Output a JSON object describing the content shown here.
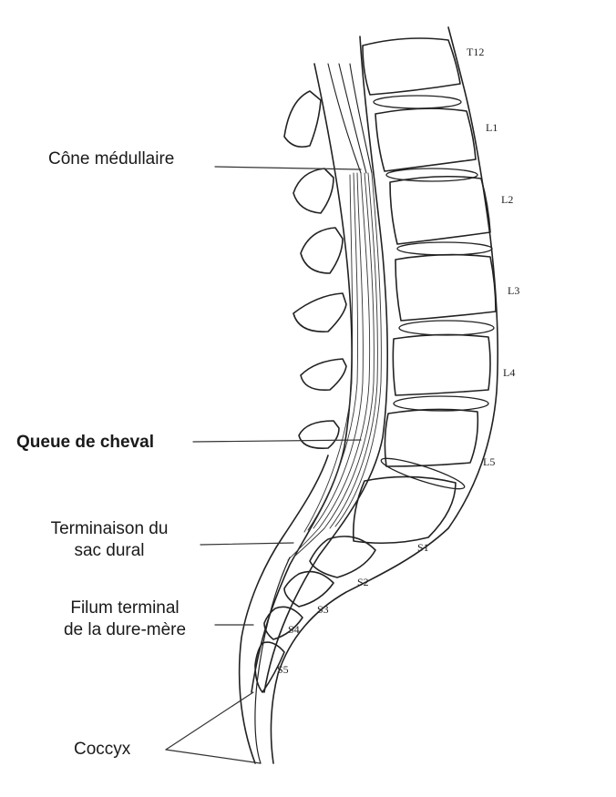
{
  "labels": {
    "cone": "Cône médullaire",
    "queue": "Queue de cheval",
    "terminaison_l1": "Terminaison du",
    "terminaison_l2": "sac dural",
    "filum_l1": "Filum terminal",
    "filum_l2": "de la dure-mère",
    "coccyx": "Coccyx"
  },
  "vertebrae": [
    "T12",
    "L1",
    "L2",
    "L3",
    "L4",
    "L5",
    "S1",
    "S2",
    "S3",
    "S4",
    "S5"
  ]
}
